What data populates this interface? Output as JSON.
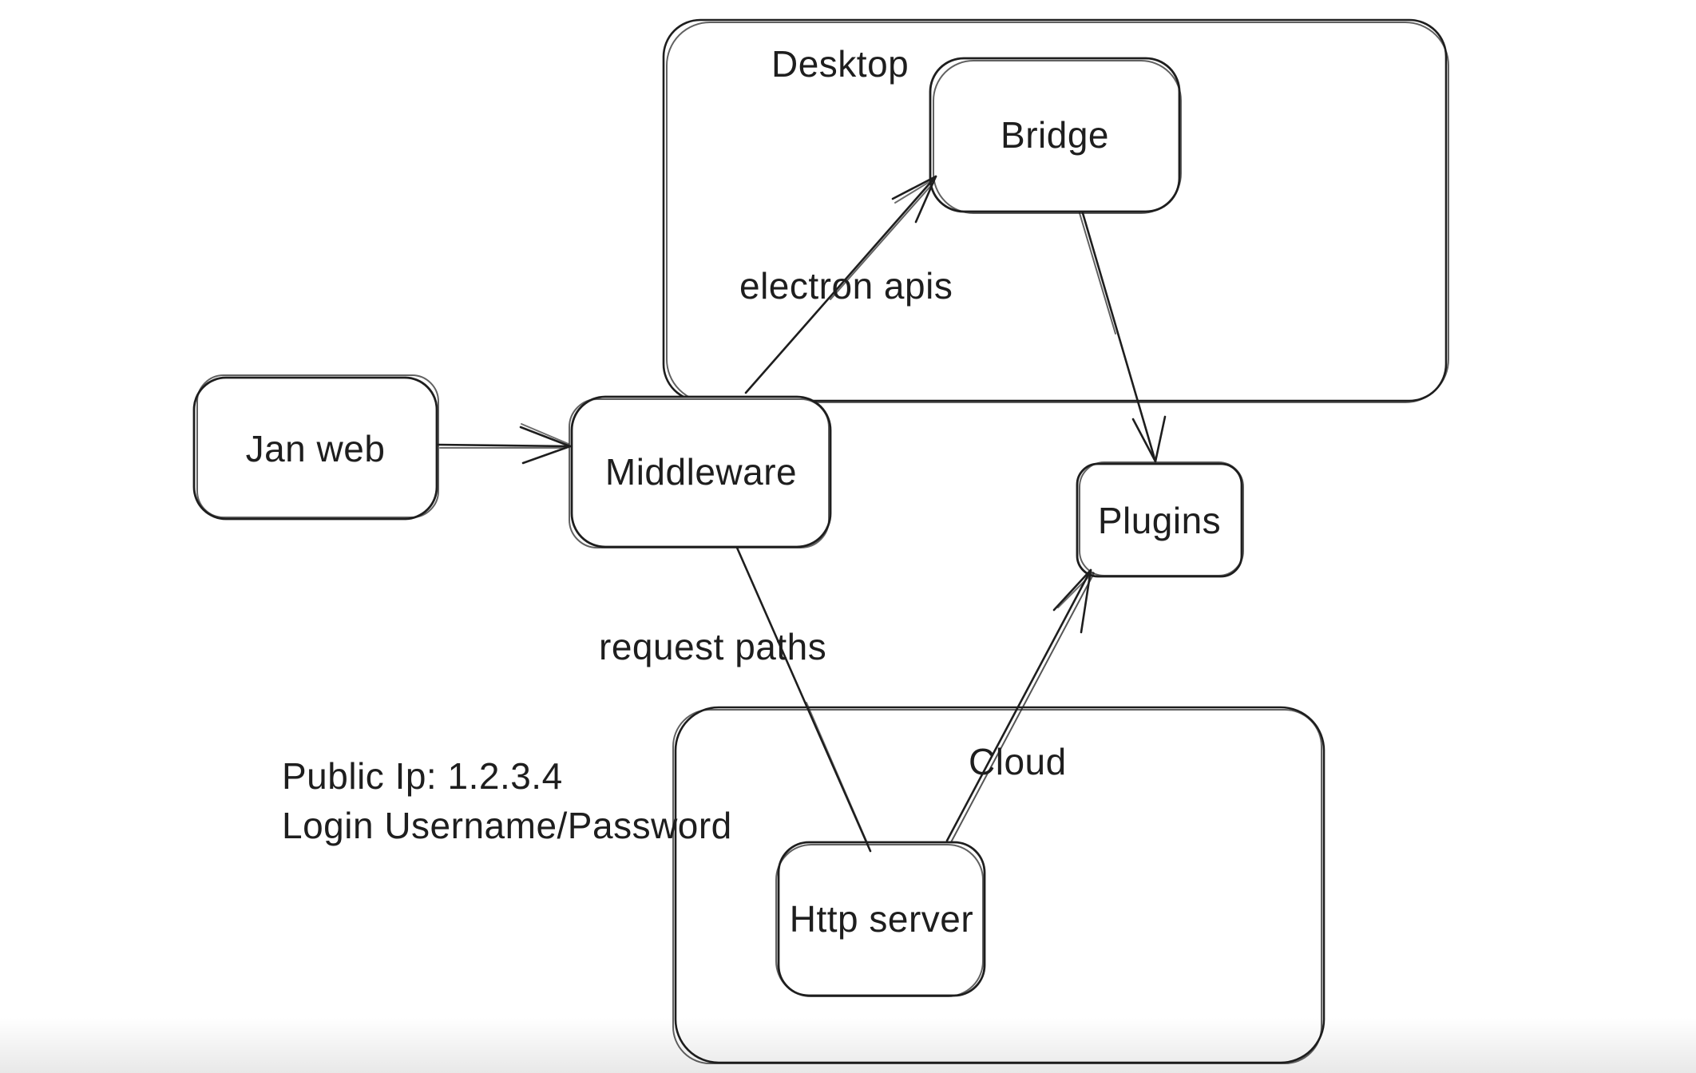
{
  "canvas": {
    "background": "#ffffff",
    "stroke_color": "#1e1e1e",
    "bottom_shade_color": "#e9e9e9"
  },
  "containers": [
    {
      "id": "desktop",
      "label": "Desktop"
    },
    {
      "id": "cloud",
      "label": "Cloud"
    }
  ],
  "nodes": [
    {
      "id": "jan-web",
      "label": "Jan web"
    },
    {
      "id": "middleware",
      "label": "Middleware"
    },
    {
      "id": "bridge",
      "label": "Bridge"
    },
    {
      "id": "plugins",
      "label": "Plugins"
    },
    {
      "id": "http-server",
      "label": "Http server"
    }
  ],
  "edges": [
    {
      "from": "jan-web",
      "to": "middleware",
      "label": ""
    },
    {
      "from": "middleware",
      "to": "bridge",
      "label": "electron apis"
    },
    {
      "from": "bridge",
      "to": "plugins",
      "label": ""
    },
    {
      "from": "middleware",
      "to": "http-server",
      "label": "request paths"
    },
    {
      "from": "http-server",
      "to": "plugins",
      "label": ""
    }
  ],
  "annotations": {
    "note_lines": [
      "Public Ip: 1.2.3.4",
      "Login Username/Password"
    ]
  }
}
